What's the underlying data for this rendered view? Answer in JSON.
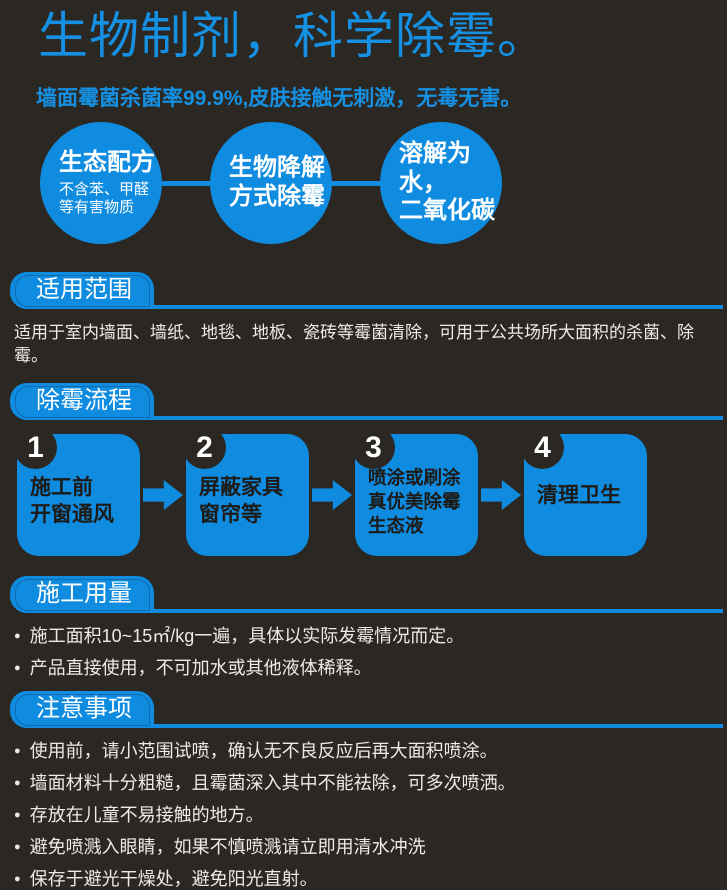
{
  "theme": {
    "background": "#2b2723",
    "accent": "#0f8ce0",
    "step_text": "#1e1a16",
    "body_text": "#edebe7"
  },
  "header": {
    "title": "生物制剂，科学除霉。",
    "subtitle": "墙面霉菌杀菌率99.9%,皮肤接触无刺激，无毒无害。"
  },
  "features": [
    {
      "title": "生态配方",
      "caption": "不含苯、甲醛等有害物质"
    },
    {
      "title_line1": "生物降解",
      "title_line2": "方式除霉"
    },
    {
      "title_line1": "溶解为水，",
      "title_line2": "二氧化碳"
    }
  ],
  "scope": {
    "heading": "适用范围",
    "body": "适用于室内墙面、墙纸、地毯、地板、瓷砖等霉菌清除，可用于公共场所大面积的杀菌、除霉。"
  },
  "process": {
    "heading": "除霉流程",
    "steps": [
      {
        "num": "1",
        "line1": "施工前",
        "line2": "开窗通风"
      },
      {
        "num": "2",
        "line1": "屏蔽家具",
        "line2": "窗帘等"
      },
      {
        "num": "3",
        "line1": "喷涂或刷涂",
        "line2": "真优美除霉",
        "line3": "生态液"
      },
      {
        "num": "4",
        "line1": "清理卫生"
      }
    ]
  },
  "dosage": {
    "heading": "施工用量",
    "bullets": [
      "施工面积10~15㎡/kg一遍，具体以实际发霉情况而定。",
      "产品直接使用，不可加水或其他液体稀释。"
    ]
  },
  "notes": {
    "heading": "注意事项",
    "bullets": [
      "使用前，请小范围试喷，确认无不良反应后再大面积喷涂。",
      "墙面材料十分粗糙，且霉菌深入其中不能祛除，可多次喷洒。",
      "存放在儿童不易接触的地方。",
      "避免喷溅入眼睛，如果不慎喷溅请立即用清水冲洗",
      "保存于避光干燥处，避免阳光直射。"
    ]
  }
}
